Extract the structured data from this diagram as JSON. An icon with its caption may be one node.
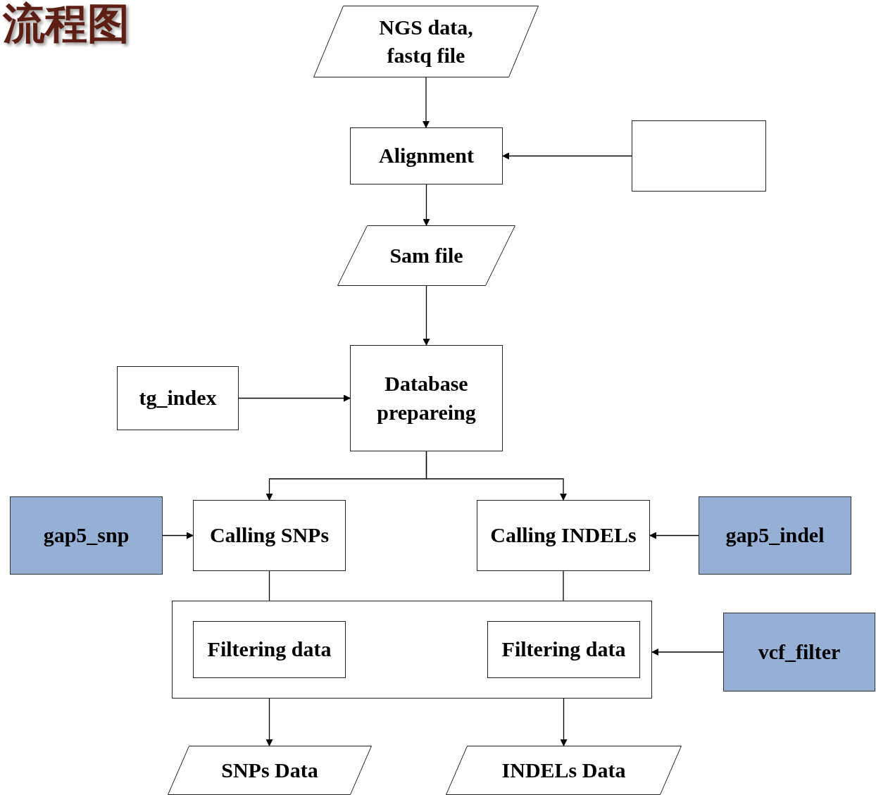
{
  "diagram": {
    "title": "流程图",
    "nodes": [
      {
        "text": [
          "NGS data, fastq file"
        ]
      },
      {
        "text": [
          "Alignment"
        ]
      },
      {
        "text": [],
        "shape": "box"
      },
      {
        "text": [
          "Sam file"
        ]
      },
      {
        "text": [
          "tg_index"
        ]
      },
      {
        "text": [
          "Database prepareing"
        ]
      },
      {
        "text": [
          "gap5_snp"
        ]
      },
      {
        "text": [
          "Calling SNPs"
        ]
      },
      {
        "text": [
          "Calling INDELs"
        ]
      },
      {
        "text": [
          "gap5_indel"
        ]
      },
      {
        "text": [],
        "shape": "box"
      },
      {
        "text": [
          "Filtering data"
        ],
        "in": 10
      },
      {
        "text": [
          "Filtering data"
        ],
        "in": 10
      },
      {
        "text": [
          "vcf_filter"
        ]
      },
      {
        "text": [
          "SNPs Data"
        ]
      },
      {
        "text": [
          "INDELs Data"
        ]
      }
    ],
    "edges": [
      {
        "from": 0,
        "to": 1,
        "arrow": "to"
      },
      {
        "from": 2,
        "to": 1,
        "arrow": "to"
      },
      {
        "from": 1,
        "to": 3,
        "arrow": "to"
      },
      {
        "from": 3,
        "to": 5,
        "arrow": "to"
      },
      {
        "from": 4,
        "to": 5,
        "arrow": "to"
      },
      {
        "from": 5,
        "to": 7,
        "arrow": "to"
      },
      {
        "from": 5,
        "to": 8,
        "arrow": "to"
      },
      {
        "from": 6,
        "to": 7,
        "arrow": "to"
      },
      {
        "from": 9,
        "to": 8,
        "arrow": "to"
      },
      {
        "from": 7,
        "to": 11,
        "arrow": "to"
      },
      {
        "from": 8,
        "to": 12,
        "arrow": "to"
      },
      {
        "from": 13,
        "to": 10,
        "arrow": "to"
      },
      {
        "from": 11,
        "to": 14,
        "arrow": "to"
      },
      {
        "from": 12,
        "to": 15,
        "arrow": "to"
      }
    ]
  }
}
